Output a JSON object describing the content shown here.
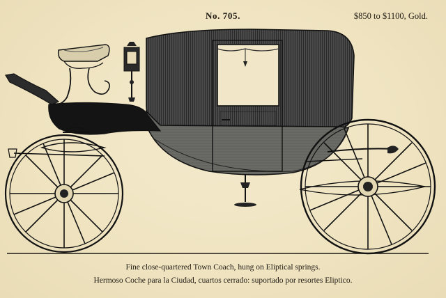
{
  "header": {
    "number": "No. 705.",
    "price": "$850 to $1100, Gold."
  },
  "illustration": {
    "subject": "town-coach-engraving"
  },
  "captions": {
    "english": "Fine close-quartered Town Coach, hung on Eliptical springs.",
    "spanish": "Hermoso Coche para la Ciudad, cuartos cerrado: suportado por resortes Eliptico."
  },
  "colors": {
    "paper": "#f0e5c4",
    "ink": "#1f1a14"
  }
}
